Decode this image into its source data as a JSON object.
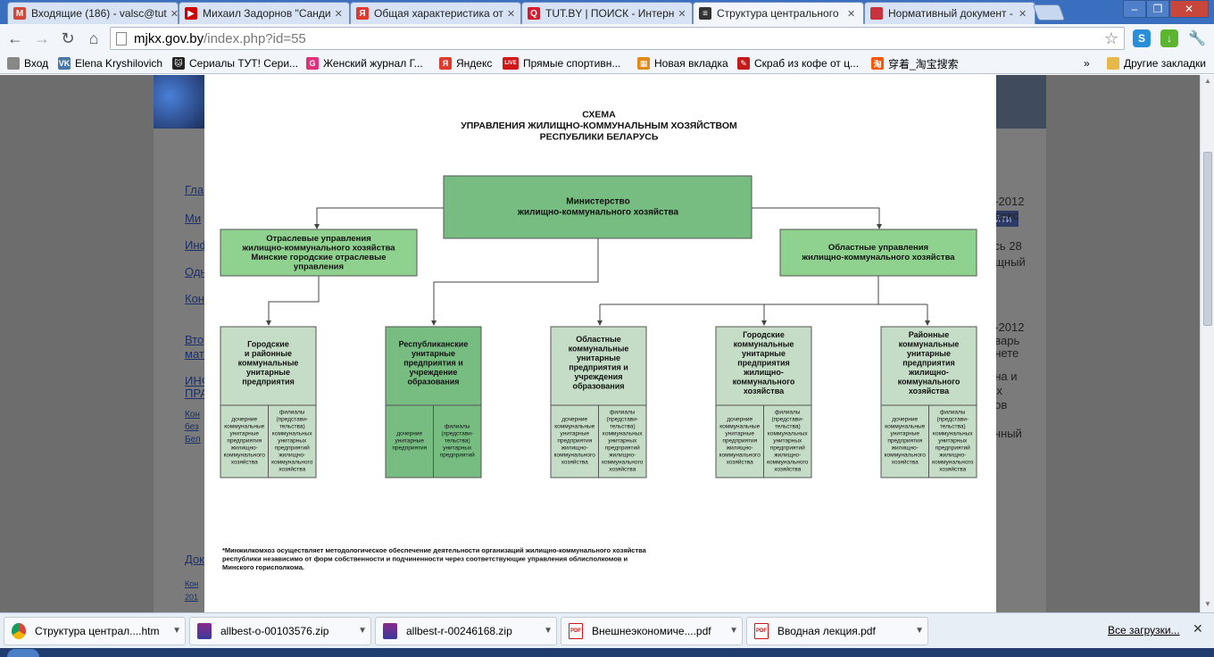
{
  "browser": {
    "tabs": [
      {
        "title": "Входящие (186) - valsc@tut",
        "icon": "gmail-icon",
        "color": "#d14836",
        "glyph": "M"
      },
      {
        "title": "Михаил Задорнов \"Санди",
        "icon": "youtube-icon",
        "color": "#cc0000",
        "glyph": "▶"
      },
      {
        "title": "Общая характеристика от",
        "icon": "yandex-icon",
        "color": "#e03a2f",
        "glyph": "Я"
      },
      {
        "title": "TUT.BY | ПОИСК - Интерн",
        "icon": "tutby-icon",
        "color": "#d6192b",
        "glyph": "Q"
      },
      {
        "title": "Структура центрального",
        "icon": "site-stripes-icon",
        "color": "#333333",
        "glyph": "≡"
      },
      {
        "title": "Нормативный документ -",
        "icon": "belarus-flag-icon",
        "color": "#c8313e",
        "glyph": ""
      }
    ],
    "active_tab": 4,
    "address": {
      "host": "mjkx.gov.by",
      "path": "/index.php?id=55"
    },
    "bookmarks": [
      {
        "label": "Вход",
        "icon": "page-icon",
        "color": "#888888",
        "glyph": ""
      },
      {
        "label": "Elena Kryshilovich",
        "icon": "vk-icon",
        "color": "#4a76a8",
        "glyph": "VK"
      },
      {
        "label": "Сериалы ТУТ! Сери...",
        "icon": "cat-icon",
        "color": "#222222",
        "glyph": "🐱"
      },
      {
        "label": "Женский журнал Г...",
        "icon": "magazine-icon",
        "color": "#e0307a",
        "glyph": "G"
      },
      {
        "label": "Яндекс",
        "icon": "yandex-icon",
        "color": "#e03a2f",
        "glyph": "Я"
      },
      {
        "label": "Прямые спортивн...",
        "icon": "live-icon",
        "color": "#d01818",
        "glyph": "LIVE"
      },
      {
        "label": "Новая вкладка",
        "icon": "apps-grid-icon",
        "color": "#e08a1a",
        "glyph": "▦"
      },
      {
        "label": "Скраб из кофе от ц...",
        "icon": "scrab-icon",
        "color": "#c41a1a",
        "glyph": "✎"
      },
      {
        "label": "穿着_淘宝搜索",
        "icon": "taobao-icon",
        "color": "#ff5500",
        "glyph": "淘"
      }
    ],
    "other_bookmarks": "Другие закладки",
    "more_bookmarks": "»"
  },
  "site_background": {
    "nav": [
      "Гла",
      "Ми",
      "Инф",
      "Одн",
      "Кон",
      "Вто",
      "мат",
      "ИНФ",
      "ПРА",
      "Кон",
      "без",
      "Бел",
      "Док",
      "Кон",
      "201"
    ],
    "right": [
      "6-2012",
      "одекс",
      "усь 28",
      "ащный",
      "8-2012",
      "оварь",
      "рнете",
      "ана и",
      "ых",
      "нов",
      "ичный"
    ],
    "find_label": "йти"
  },
  "scheme": {
    "title_lines": [
      "СХЕМА",
      "УПРАВЛЕНИЯ ЖИЛИЩНО-КОММУНАЛЬНЫМ  ХОЗЯЙСТВОМ",
      "РЕСПУБЛИКИ БЕЛАРУСЬ"
    ],
    "ministry": [
      "Министерство",
      "жилищно-коммунального хозяйства"
    ],
    "branch_left": [
      "Отраслевые управления",
      "жилищно-коммунального хозяйства",
      "Минские городские отраслевые",
      "управления"
    ],
    "branch_right": [
      "Областные управления",
      "жилищно-коммунального хозяйства"
    ],
    "units": [
      {
        "title": [
          "Городские",
          "и районные",
          "коммунальные",
          "унитарные",
          "предприятия"
        ],
        "left": [
          "дочерние",
          "коммунальные",
          "унитарные",
          "предприятия",
          "жилищно-",
          "коммунального",
          "хозяйства"
        ],
        "right": [
          "филиалы",
          "(представи-",
          "тельства)",
          "коммунальных",
          "унитарных",
          "предприятий",
          "жилищно-",
          "коммунального",
          "хозяйства"
        ]
      },
      {
        "title": [
          "Республиканские",
          "унитарные",
          "предприятия и",
          "учреждение",
          "образования"
        ],
        "left": [
          "дочерние",
          "унитарные",
          "предприятия"
        ],
        "right": [
          "филиалы",
          "(представи-",
          "тельства)",
          "унитарных",
          "предприятий"
        ]
      },
      {
        "title": [
          "Областные",
          "коммунальные",
          "унитарные",
          "предприятия и",
          "учреждения",
          "образования"
        ],
        "left": [
          "дочерние",
          "коммунальные",
          "унитарные",
          "предприятия",
          "жилищно-",
          "коммунального",
          "хозяйства"
        ],
        "right": [
          "филиалы",
          "(представи-",
          "тельства)",
          "коммунальных",
          "унитарных",
          "предприятий",
          "жилищно-",
          "коммунального",
          "хозяйства"
        ]
      },
      {
        "title": [
          "Городские",
          "коммунальные",
          "унитарные",
          "предприятия",
          "жилищно-",
          "коммунального",
          "хозяйства"
        ],
        "left": [
          "дочерние",
          "коммунальные",
          "унитарные",
          "предприятия",
          "жилищно-",
          "коммунального",
          "хозяйства"
        ],
        "right": [
          "филиалы",
          "(представи-",
          "тельства)",
          "коммунальных",
          "унитарных",
          "предприятий",
          "жилищно-",
          "коммунального",
          "хозяйства"
        ]
      },
      {
        "title": [
          "Районные",
          "коммунальные",
          "унитарные",
          "предприятия",
          "жилищно-",
          "коммунального",
          "хозяйства"
        ],
        "left": [
          "дочерние",
          "коммунальные",
          "унитарные",
          "предприятия",
          "жилищно-",
          "коммунального",
          "хозяйства"
        ],
        "right": [
          "филиалы",
          "(представи-",
          "тельства)",
          "коммунальных",
          "унитарных",
          "предприятий",
          "жилищно-",
          "коммунального",
          "хозяйства"
        ]
      }
    ],
    "footnote": [
      "*Минжилкомхоз осуществляет методологическое обеспечение деятельности организаций жилищно-коммунального хозяйства",
      "республики независимо от форм собственности и подчиненности через соответствующие управления облисполкомов и",
      "Минского горисполкома."
    ],
    "colors": {
      "dark": "#77bd82",
      "mid": "#8fd18e",
      "pale": "#c5ddc6",
      "line": "#444444"
    }
  },
  "downloads": {
    "items": [
      {
        "name": "Структура централ....htm",
        "icon": "chrome-icon"
      },
      {
        "name": "allbest-o-00103576.zip",
        "icon": "winrar-icon"
      },
      {
        "name": "allbest-r-00246168.zip",
        "icon": "winrar-icon"
      },
      {
        "name": "Внешнеэкономиче....pdf",
        "icon": "pdf-icon"
      },
      {
        "name": "Вводная лекция.pdf",
        "icon": "pdf-icon"
      }
    ],
    "all_label": "Все загрузки...",
    "close": "✕"
  }
}
